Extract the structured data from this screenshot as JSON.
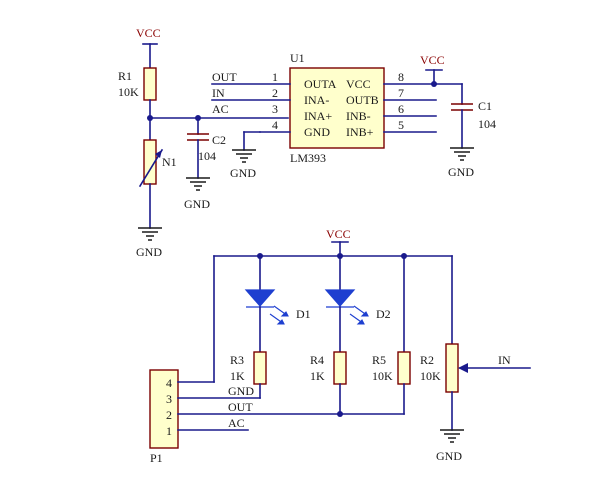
{
  "net": {
    "vcc": "VCC",
    "gnd": "GND",
    "in": "IN"
  },
  "r1": {
    "ref": "R1",
    "value": "10K"
  },
  "n1": {
    "ref": "N1"
  },
  "c2": {
    "ref": "C2",
    "value": "104"
  },
  "c1": {
    "ref": "C1",
    "value": "104"
  },
  "u1": {
    "ref": "U1",
    "part": "LM393",
    "left_pins": [
      {
        "num": "1",
        "name": "OUTA",
        "net": "OUT"
      },
      {
        "num": "2",
        "name": "INA-",
        "net": "IN"
      },
      {
        "num": "3",
        "name": "INA+",
        "net": "AC"
      },
      {
        "num": "4",
        "name": "GND",
        "net": ""
      }
    ],
    "right_pins": [
      {
        "num": "8",
        "name": "VCC"
      },
      {
        "num": "7",
        "name": "OUTB"
      },
      {
        "num": "6",
        "name": "INB-"
      },
      {
        "num": "5",
        "name": "INB+"
      }
    ]
  },
  "d1": {
    "ref": "D1"
  },
  "d2": {
    "ref": "D2"
  },
  "r3": {
    "ref": "R3",
    "value": "1K"
  },
  "r4": {
    "ref": "R4",
    "value": "1K"
  },
  "r5": {
    "ref": "R5",
    "value": "10K"
  },
  "r2": {
    "ref": "R2",
    "value": "10K"
  },
  "p1": {
    "ref": "P1",
    "pins": [
      {
        "num": "4",
        "net": ""
      },
      {
        "num": "3",
        "net": "GND"
      },
      {
        "num": "2",
        "net": "OUT"
      },
      {
        "num": "1",
        "net": "AC"
      }
    ]
  }
}
